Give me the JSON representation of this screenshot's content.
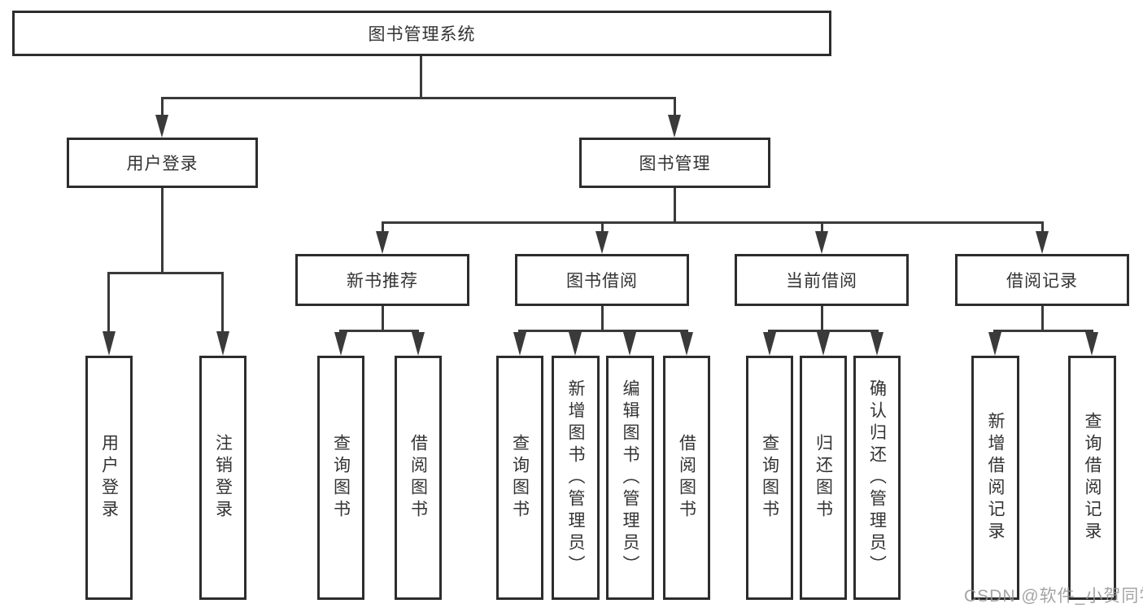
{
  "colors": {
    "background": "#ffffff",
    "box_border": "#2d2d2d",
    "connector_line": "#3a3a3a",
    "text": "#333333",
    "watermark": "#949494"
  },
  "watermark": {
    "text": "CSDN @软件_小贺同学"
  },
  "diagram": {
    "root": {
      "label": "图书管理系统"
    },
    "branches": [
      {
        "label": "用户登录",
        "children": [
          {
            "label": "用户登录"
          },
          {
            "label": "注销登录"
          }
        ]
      },
      {
        "label": "图书管理",
        "children": [
          {
            "label": "新书推荐",
            "children": [
              {
                "label": "查询图书"
              },
              {
                "label": "借阅图书"
              }
            ]
          },
          {
            "label": "图书借阅",
            "children": [
              {
                "label": "查询图书"
              },
              {
                "label": "新增图书（管理员）"
              },
              {
                "label": "编辑图书（管理员）"
              },
              {
                "label": "借阅图书"
              }
            ]
          },
          {
            "label": "当前借阅",
            "children": [
              {
                "label": "查询图书"
              },
              {
                "label": "归还图书"
              },
              {
                "label": "确认归还（管理员）"
              }
            ]
          },
          {
            "label": "借阅记录",
            "children": [
              {
                "label": "新增借阅记录"
              },
              {
                "label": "查询借阅记录"
              }
            ]
          }
        ]
      }
    ]
  }
}
